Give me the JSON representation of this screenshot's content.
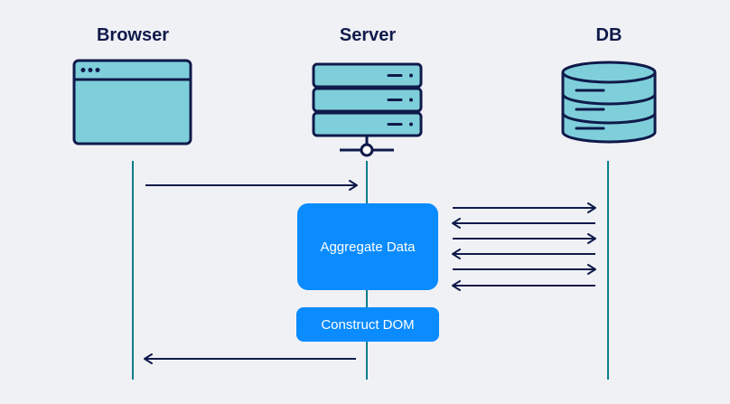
{
  "actors": {
    "browser": "Browser",
    "server": "Server",
    "db": "DB"
  },
  "process_boxes": {
    "aggregate": "Aggregate Data",
    "construct": "Construct DOM"
  },
  "colors": {
    "background": "#f0f1f5",
    "icon_fill": "#7fcfdb",
    "icon_stroke": "#0f1a4a",
    "lifeline": "#0c7d8a",
    "arrow": "#0f1a4a",
    "process_box": "#0a8bff"
  },
  "icons": {
    "browser": "browser-window-icon",
    "server": "server-rack-icon",
    "db": "database-icon"
  }
}
